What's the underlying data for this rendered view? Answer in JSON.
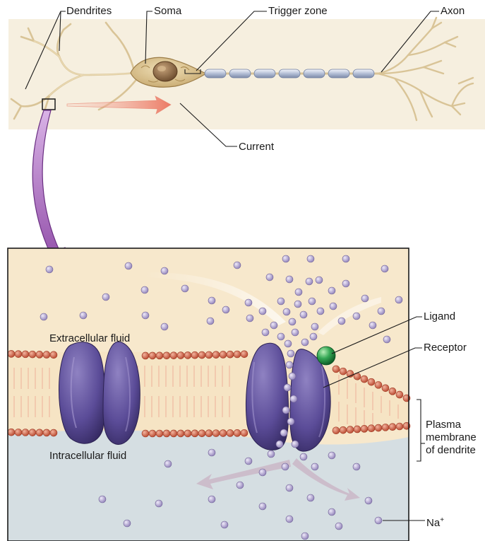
{
  "labels": {
    "dendrites": "Dendrites",
    "soma": "Soma",
    "trigger_zone": "Trigger zone",
    "axon": "Axon",
    "current": "Current",
    "ligand": "Ligand",
    "receptor": "Receptor",
    "extracellular": "Extracellular fluid",
    "intracellular": "Intracellular fluid",
    "plasma_membrane": [
      "Plasma",
      "membrane",
      "of dendrite"
    ],
    "sodium": "Na",
    "sodium_charge": "+"
  },
  "colors": {
    "extracellular_bg": "#f7e8cc",
    "intracellular_bg": "#d5dee2",
    "phospholipid_head": "#cf5e43",
    "channel_protein": "#4b3c85",
    "ligand": "#1e8a3c",
    "sodium_ion": "#a89ac8",
    "current_arrow": "#ec7a65",
    "zoom_arrow": "#a05fb5"
  }
}
